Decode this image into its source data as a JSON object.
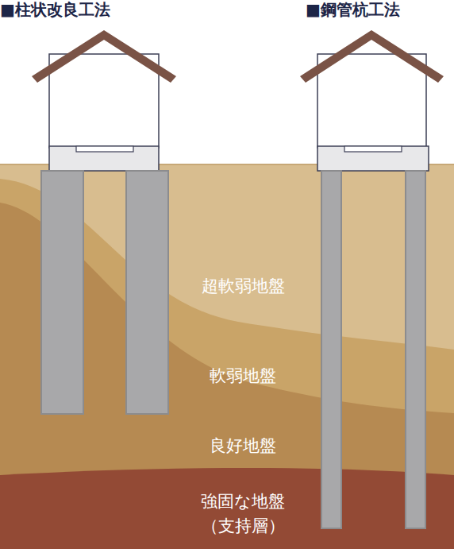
{
  "diagram": {
    "labels": [
      "■柱状改良工法",
      "■鋼管杭工法",
      "超軟弱地盤",
      "軟弱地盤",
      "良好地盤",
      "強固な地盤",
      "（支持層）"
    ]
  }
}
